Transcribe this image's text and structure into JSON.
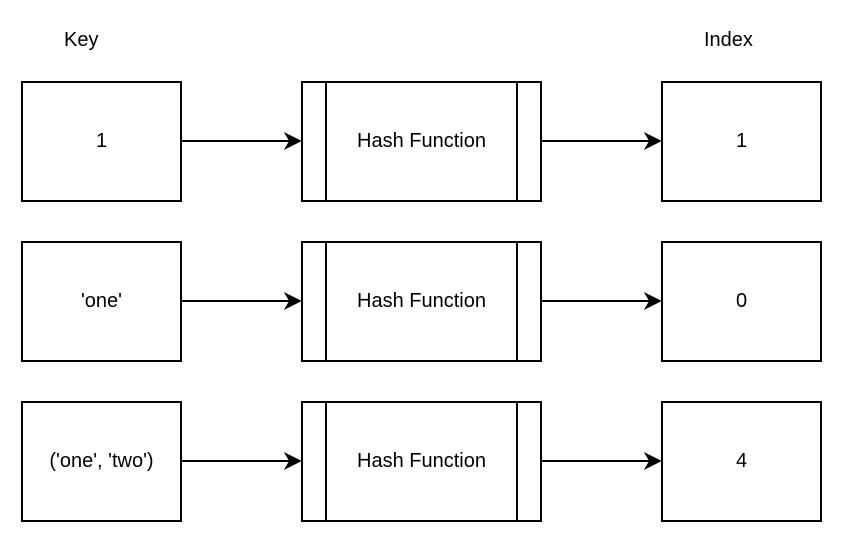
{
  "headers": {
    "key": "Key",
    "index": "Index"
  },
  "rows": [
    {
      "key": "1",
      "hash": "Hash Function",
      "index": "1"
    },
    {
      "key": "'one'",
      "hash": "Hash Function",
      "index": "0"
    },
    {
      "key": "('one', 'two')",
      "hash": "Hash Function",
      "index": "4"
    }
  ]
}
